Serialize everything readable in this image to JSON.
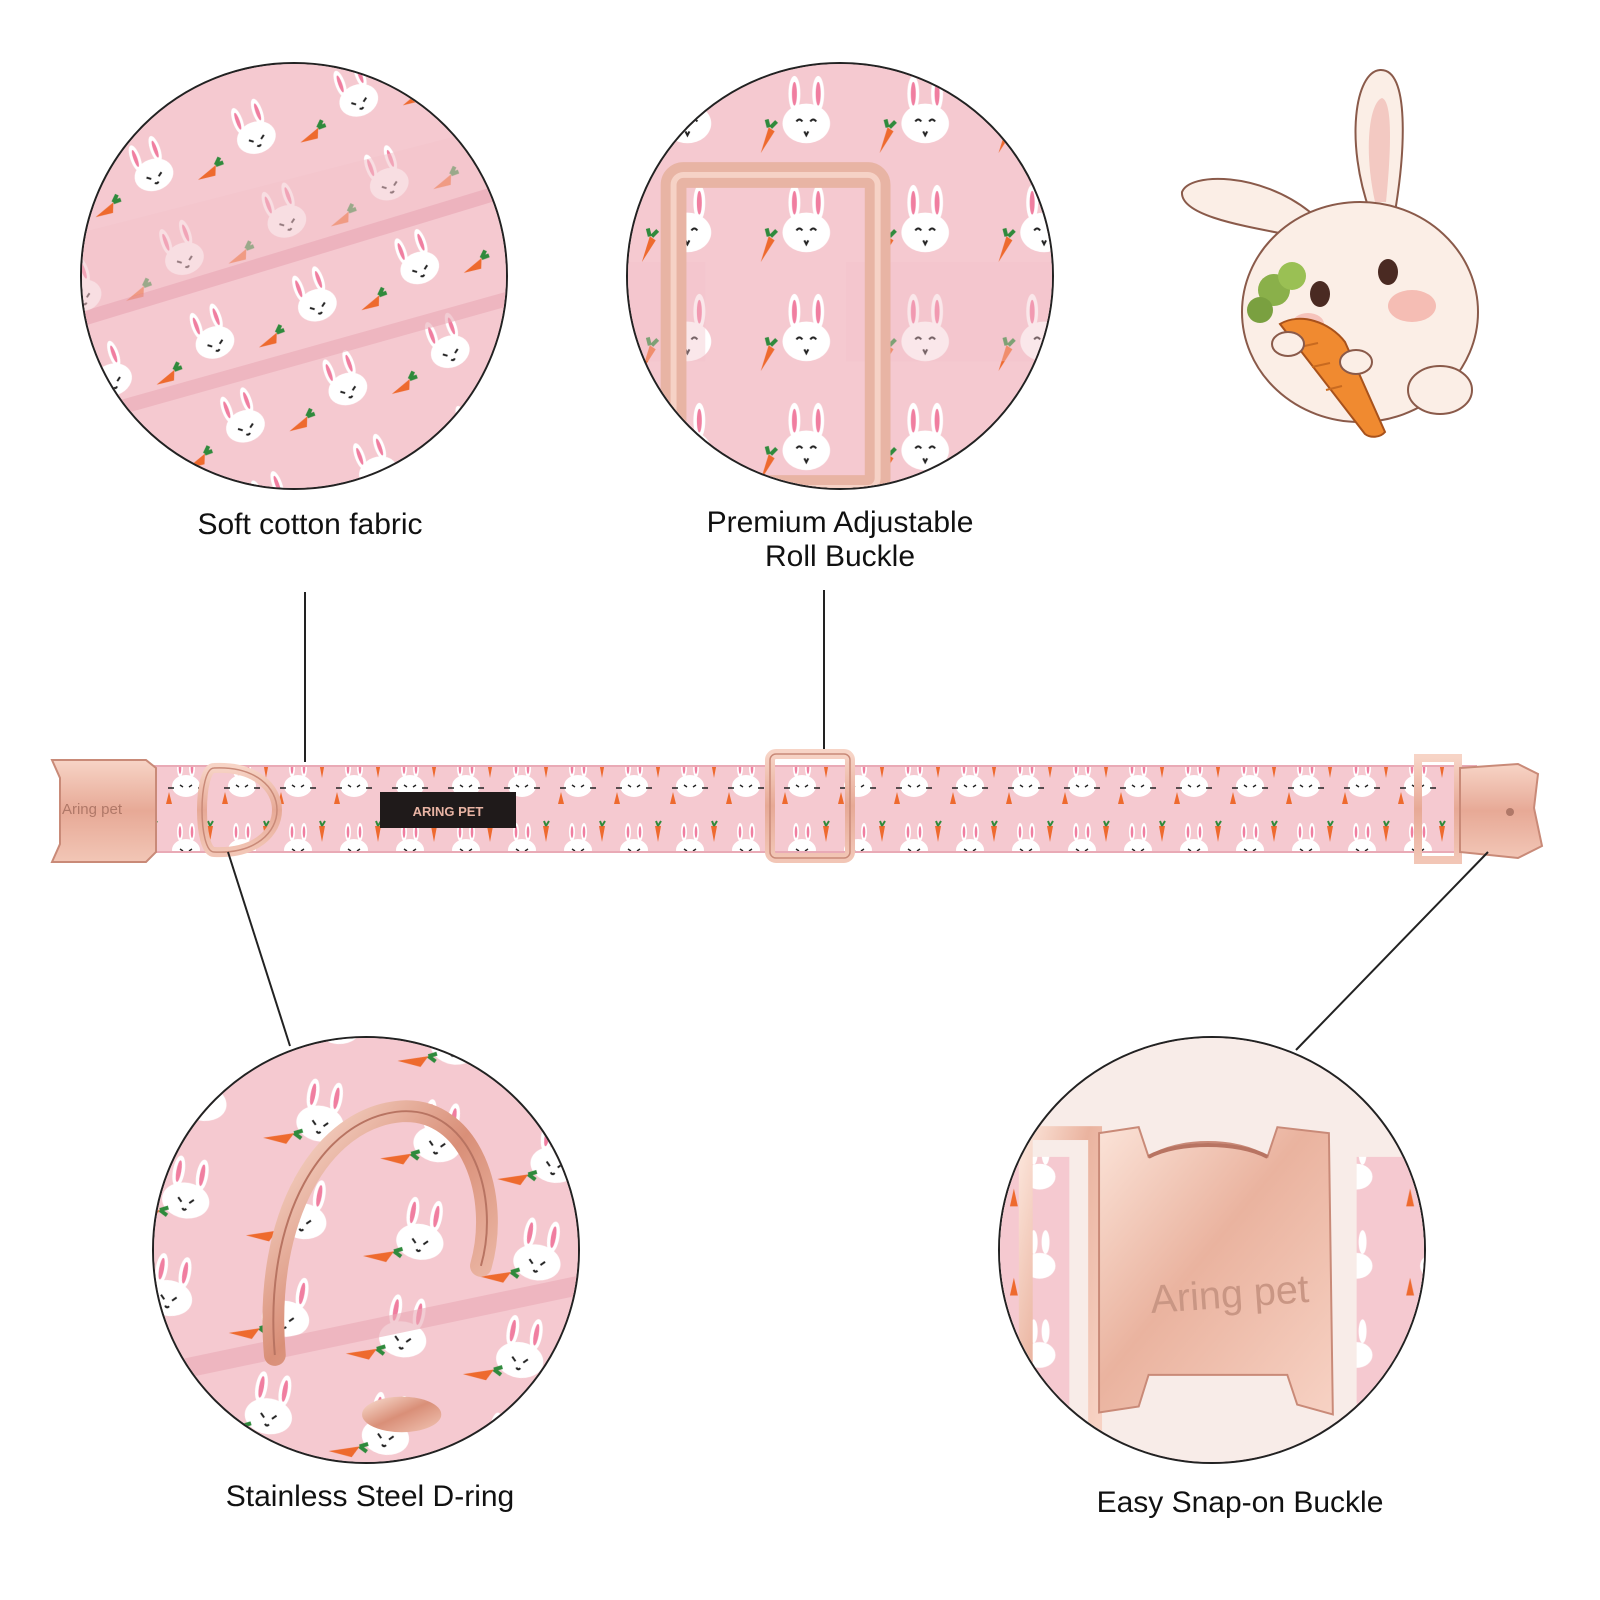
{
  "callouts": {
    "fabric": {
      "label": "Soft cotton fabric"
    },
    "roll_buckle": {
      "label_line1": "Premium Adjustable",
      "label_line2": "Roll Buckle"
    },
    "d_ring": {
      "label": "Stainless Steel D-ring"
    },
    "snap_buckle": {
      "label": "Easy Snap-on Buckle"
    }
  },
  "collar": {
    "brand_tag": "ARING PET",
    "buckle_engraving": "Aring pet"
  },
  "snap_buckle_closeup": {
    "engraving": "Aring pet"
  },
  "colors": {
    "fabric_pink": "#f5c9d0",
    "rose_gold": "#e8b4a4",
    "carrot": "#ee6a2e",
    "leaf": "#2f8a3c"
  }
}
